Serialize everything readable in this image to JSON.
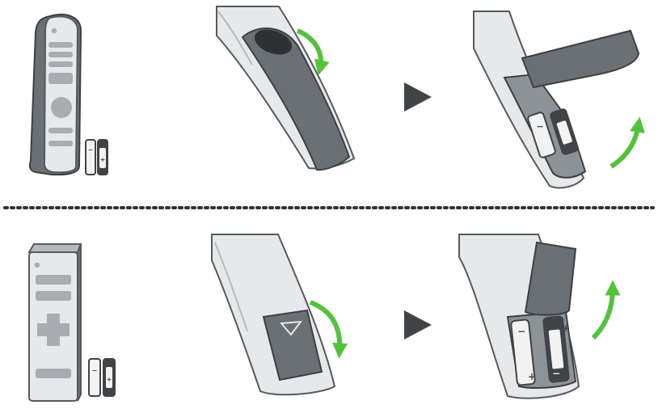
{
  "diagram": {
    "rows": [
      {
        "remote_type": "magic-remote",
        "steps": [
          "remote-with-batteries",
          "slide-cover-off",
          "insert-batteries"
        ]
      },
      {
        "remote_type": "standard-remote",
        "steps": [
          "remote-with-batteries",
          "slide-cover-off",
          "insert-batteries"
        ]
      }
    ],
    "separator": "dotted-line",
    "step_arrow_icon": "triangle-right-icon",
    "motion_arrow_icon": "curved-arrow-icon",
    "battery_symbols": {
      "plus": "+",
      "minus": "−"
    }
  },
  "colors": {
    "remote_body": "#e6e8e9",
    "remote_outline": "#555a5e",
    "dark_part": "#6b7074",
    "button_gray": "#a9adb1",
    "green_arrow": "#56c13f",
    "step_arrow": "#404447",
    "separator": "#333333",
    "battery_light": "#f2f2f2"
  }
}
